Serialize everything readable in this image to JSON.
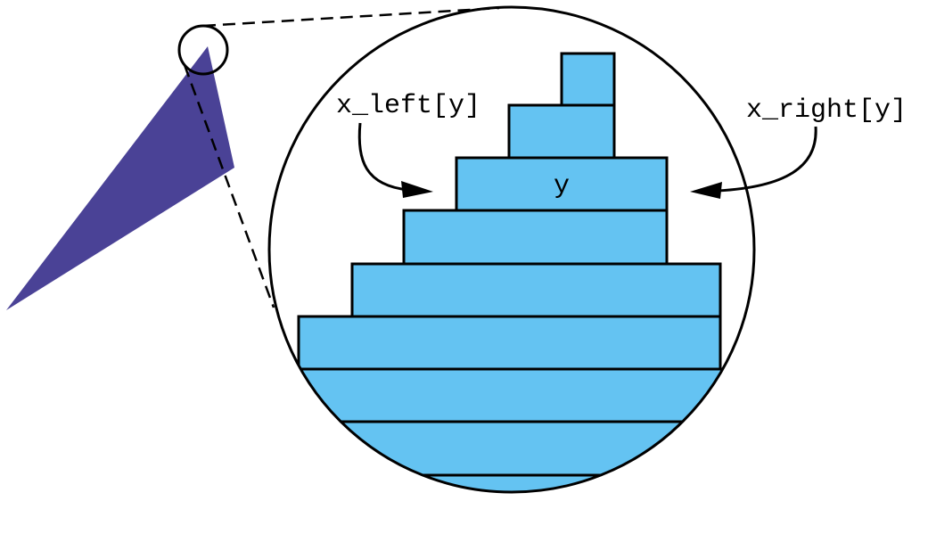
{
  "labels": {
    "left": "x_left[y]",
    "right": "x_right[y]",
    "row": "y"
  },
  "colors": {
    "triangle": "#4a4296",
    "rows": "#64c3f2",
    "stroke": "#000000"
  }
}
